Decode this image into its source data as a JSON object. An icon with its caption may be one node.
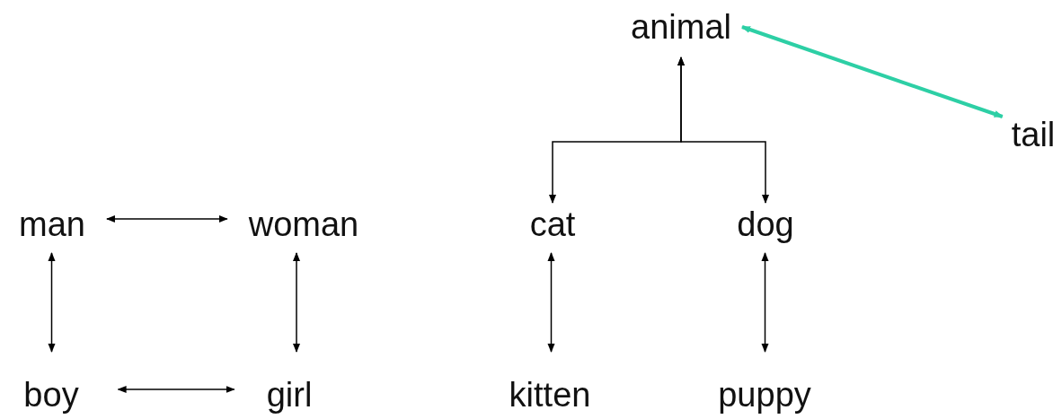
{
  "diagram": {
    "nodes": [
      {
        "text": [
          "animal"
        ]
      },
      {
        "text": [
          "tail"
        ]
      },
      {
        "text": [
          "man"
        ]
      },
      {
        "text": [
          "woman"
        ]
      },
      {
        "text": [
          "cat"
        ]
      },
      {
        "text": [
          "dog"
        ]
      },
      {
        "text": [
          "boy"
        ]
      },
      {
        "text": [
          "girl"
        ]
      },
      {
        "text": [
          "kitten"
        ]
      },
      {
        "text": [
          "puppy"
        ]
      }
    ],
    "edges": [
      {
        "from": 2,
        "to": 3,
        "arrow": "both"
      },
      {
        "from": 2,
        "to": 6,
        "arrow": "both"
      },
      {
        "from": 3,
        "to": 7,
        "arrow": "both"
      },
      {
        "from": 6,
        "to": 7,
        "arrow": "both"
      },
      {
        "from": 4,
        "to": 8,
        "arrow": "both"
      },
      {
        "from": 5,
        "to": 9,
        "arrow": "both"
      },
      {
        "from": 4,
        "to": 0,
        "arrow": "both"
      },
      {
        "from": 5,
        "to": 0,
        "arrow": "both"
      },
      {
        "from": 0,
        "to": 1,
        "arrow": "both",
        "style": "thick",
        "color": "#2dcfa5"
      }
    ]
  }
}
